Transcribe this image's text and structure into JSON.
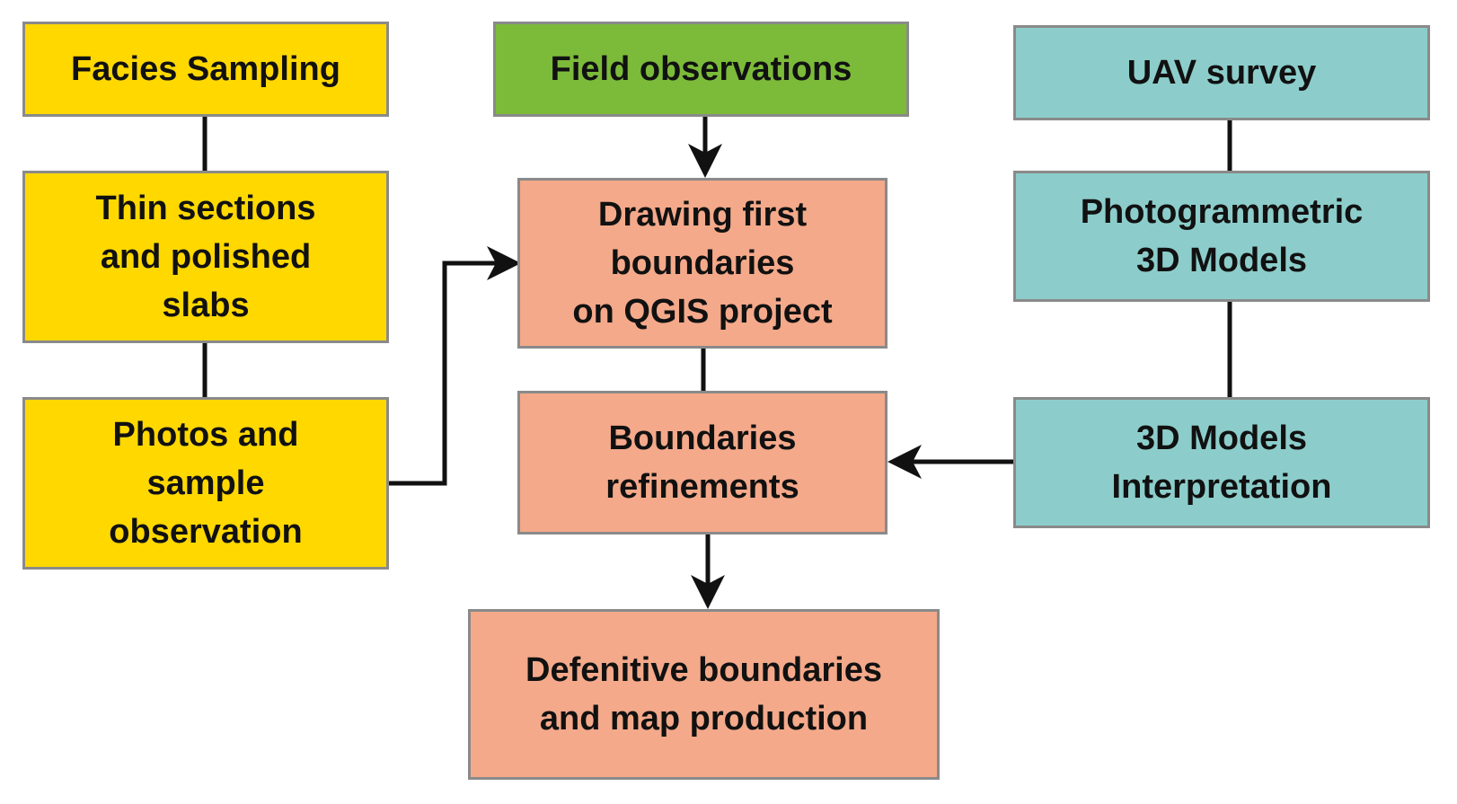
{
  "colors": {
    "facies": "#ffd800",
    "field": "#7cbb3a",
    "gis": "#f4a98a",
    "uav": "#8ccdcb",
    "connector": "#111111"
  },
  "nodes": {
    "facies_sampling": "Facies Sampling",
    "thin_sections": "Thin sections\nand polished\nslabs",
    "photos_sample": "Photos and\nsample\nobservation",
    "field_observations": "Field observations",
    "drawing_first": "Drawing first\nboundaries\non QGIS project",
    "boundaries_refinements": "Boundaries\nrefinements",
    "definitive_boundaries": "Defenitive boundaries\nand map production",
    "uav_survey": "UAV survey",
    "photogrammetric": "Photogrammetric\n3D Models",
    "models_interpretation": "3D Models\nInterpretation"
  },
  "edges": [
    {
      "from": "facies_sampling",
      "to": "thin_sections",
      "arrow": false
    },
    {
      "from": "thin_sections",
      "to": "photos_sample",
      "arrow": false
    },
    {
      "from": "photos_sample",
      "to": "drawing_first",
      "arrow": true
    },
    {
      "from": "field_observations",
      "to": "drawing_first",
      "arrow": true
    },
    {
      "from": "drawing_first",
      "to": "boundaries_refinements",
      "arrow": false
    },
    {
      "from": "boundaries_refinements",
      "to": "definitive_boundaries",
      "arrow": true
    },
    {
      "from": "uav_survey",
      "to": "photogrammetric",
      "arrow": false
    },
    {
      "from": "photogrammetric",
      "to": "models_interpretation",
      "arrow": false
    },
    {
      "from": "models_interpretation",
      "to": "boundaries_refinements",
      "arrow": true
    }
  ]
}
